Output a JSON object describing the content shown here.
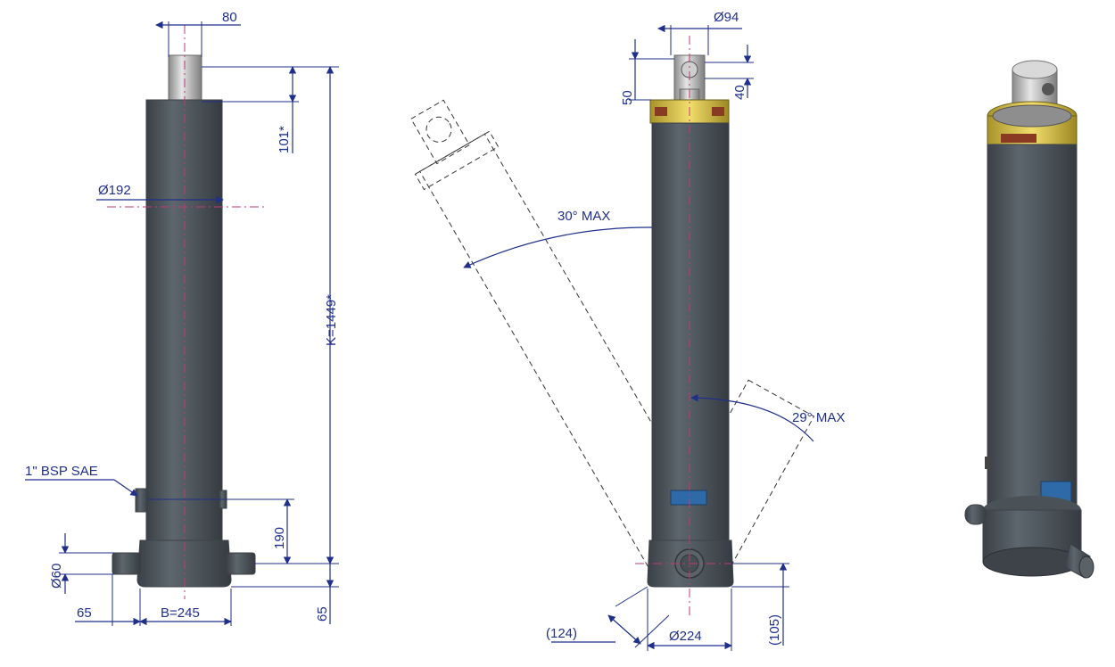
{
  "labels": {
    "rod_width": "80",
    "top_bore": "Ø94",
    "dim_50": "50",
    "dim_40": "40",
    "dim_101": "101*",
    "body_dia": "Ø192",
    "length_k": "K=1449*",
    "tilt_30": "30° MAX",
    "tilt_29": "29° MAX",
    "port": "1\" BSP SAE",
    "dim_190": "190",
    "trunnion_dia": "Ø60",
    "dim_65_left": "65",
    "base_b": "B=245",
    "dim_65_bottom": "65",
    "dim_124": "(124)",
    "base_dia": "Ø224",
    "dim_105": "(105)"
  },
  "colors": {
    "dimension": "#1f2f8a",
    "centerline": "#c0397a",
    "cylinder_body": "#4d555c",
    "collar_gold": "#d8c24a"
  }
}
